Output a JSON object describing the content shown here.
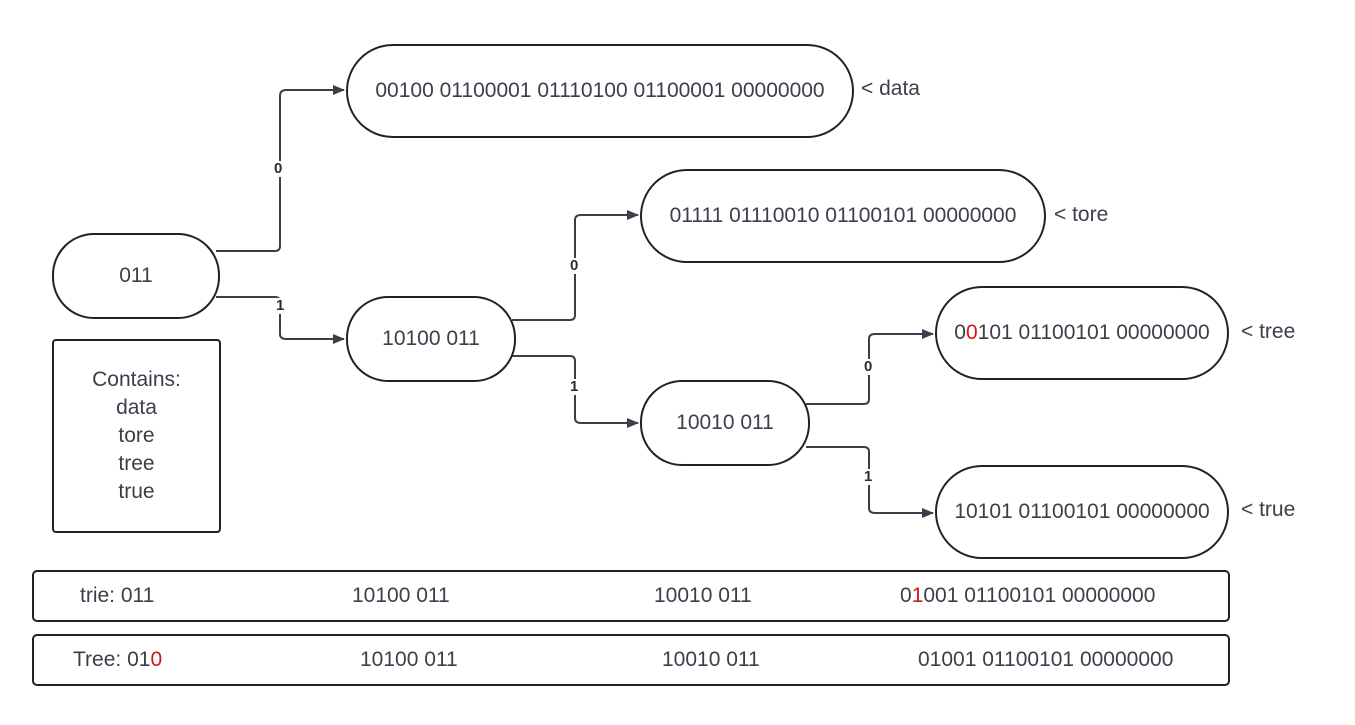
{
  "nodes": {
    "root": "011",
    "n1": "10100 011",
    "n11": "10010 011",
    "leaf_data": "00100 01100001 01110100 01100001 00000000",
    "leaf_tore": "01111 01110010 01100101 00000000",
    "leaf_tree": {
      "pre": "0",
      "hl": "0",
      "post": "101 01100101 00000000"
    },
    "leaf_true": "10101 01100101 00000000"
  },
  "tags": {
    "data": "< data",
    "tore": "< tore",
    "tree": "< tree",
    "true": "< true"
  },
  "edge_labels": {
    "root_0": "0",
    "root_1": "1",
    "n1_0": "0",
    "n1_1": "1",
    "n11_0": "0",
    "n11_1": "1"
  },
  "legend": {
    "title": "Contains:",
    "items": [
      "data",
      "tore",
      "tree",
      "true"
    ]
  },
  "rows": {
    "trie": {
      "label": "trie: 011",
      "c2": "10100 011",
      "c3": "10010 011",
      "c4": {
        "pre": "0",
        "hl": "1",
        "post": "001 01100101 00000000"
      }
    },
    "tree": {
      "label": {
        "pre": "Tree: 01",
        "hl": "0"
      },
      "c2": "10100 011",
      "c3": "10010 011",
      "c4": "01001 01100101 00000000"
    }
  },
  "colors": {
    "line": "#3a3f4a",
    "border": "#1f2227",
    "highlight": "#d01818"
  }
}
